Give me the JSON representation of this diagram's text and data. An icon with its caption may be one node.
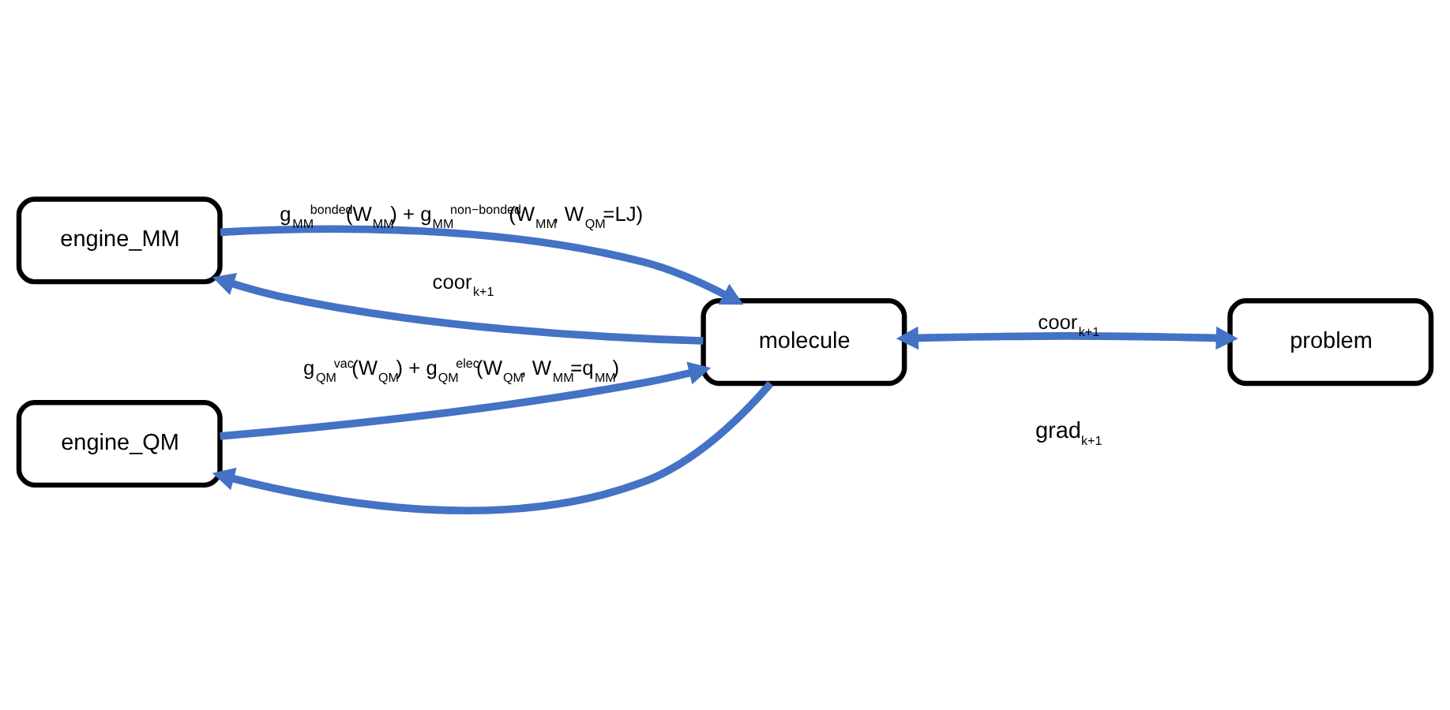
{
  "diagram": {
    "nodes": [
      {
        "text": [
          "engine_MM"
        ]
      },
      {
        "text": [
          "molecule"
        ]
      },
      {
        "text": [
          "problem"
        ]
      },
      {
        "text": [
          "engine_QM"
        ]
      }
    ],
    "edges": [
      {
        "from": 0,
        "to": 1,
        "arrow": "to",
        "label": "g$_{MM}$$^{bonded}$(W$_{MM}$) + g$_{MM}$$^{non−bonded}$(W$_{MM}$, W$_{QM}$=LJ)"
      },
      {
        "from": 1,
        "to": 0,
        "arrow": "to",
        "label": "coor$_{k+1}$"
      },
      {
        "from": 1,
        "to": 3,
        "arrow": "to"
      },
      {
        "from": 3,
        "to": 1,
        "arrow": "to",
        "label": "g$_{QM}$$^{vac}$(W$_{QM}$) + g$_{QM}$$^{elec}$(W$_{QM}$, W$_{MM}$=q$_{MM}$)"
      },
      {
        "from": 1,
        "to": 2,
        "arrow": "both",
        "label": "coor$_{k+1}$"
      }
    ],
    "labels": [
      "grad$_{k+1}$"
    ]
  }
}
